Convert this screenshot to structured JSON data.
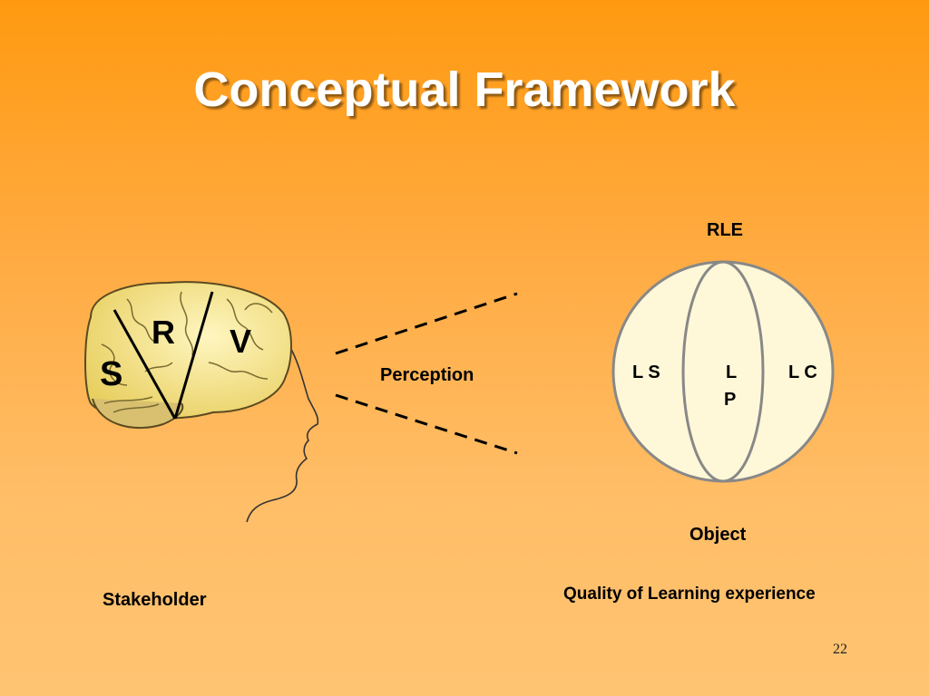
{
  "slide": {
    "title": "Conceptual Framework",
    "page_number": "22"
  },
  "head": {
    "labels": {
      "s": "S",
      "r": "R",
      "v": "V"
    },
    "caption": "Stakeholder"
  },
  "perception": {
    "label": "Perception"
  },
  "sphere": {
    "top_label": "RLE",
    "left_label": "L S",
    "center_label_line1": "L",
    "center_label_line2": "P",
    "right_label": "L C",
    "caption": "Object",
    "subcaption": "Quality of Learning experience"
  },
  "colors": {
    "background_top": "#FF9A10",
    "background_bottom": "#FFC472",
    "sphere_fill": "#FFF8D8",
    "sphere_stroke": "#888888",
    "brain": "#F4E690",
    "title": "#FFFFFF"
  }
}
